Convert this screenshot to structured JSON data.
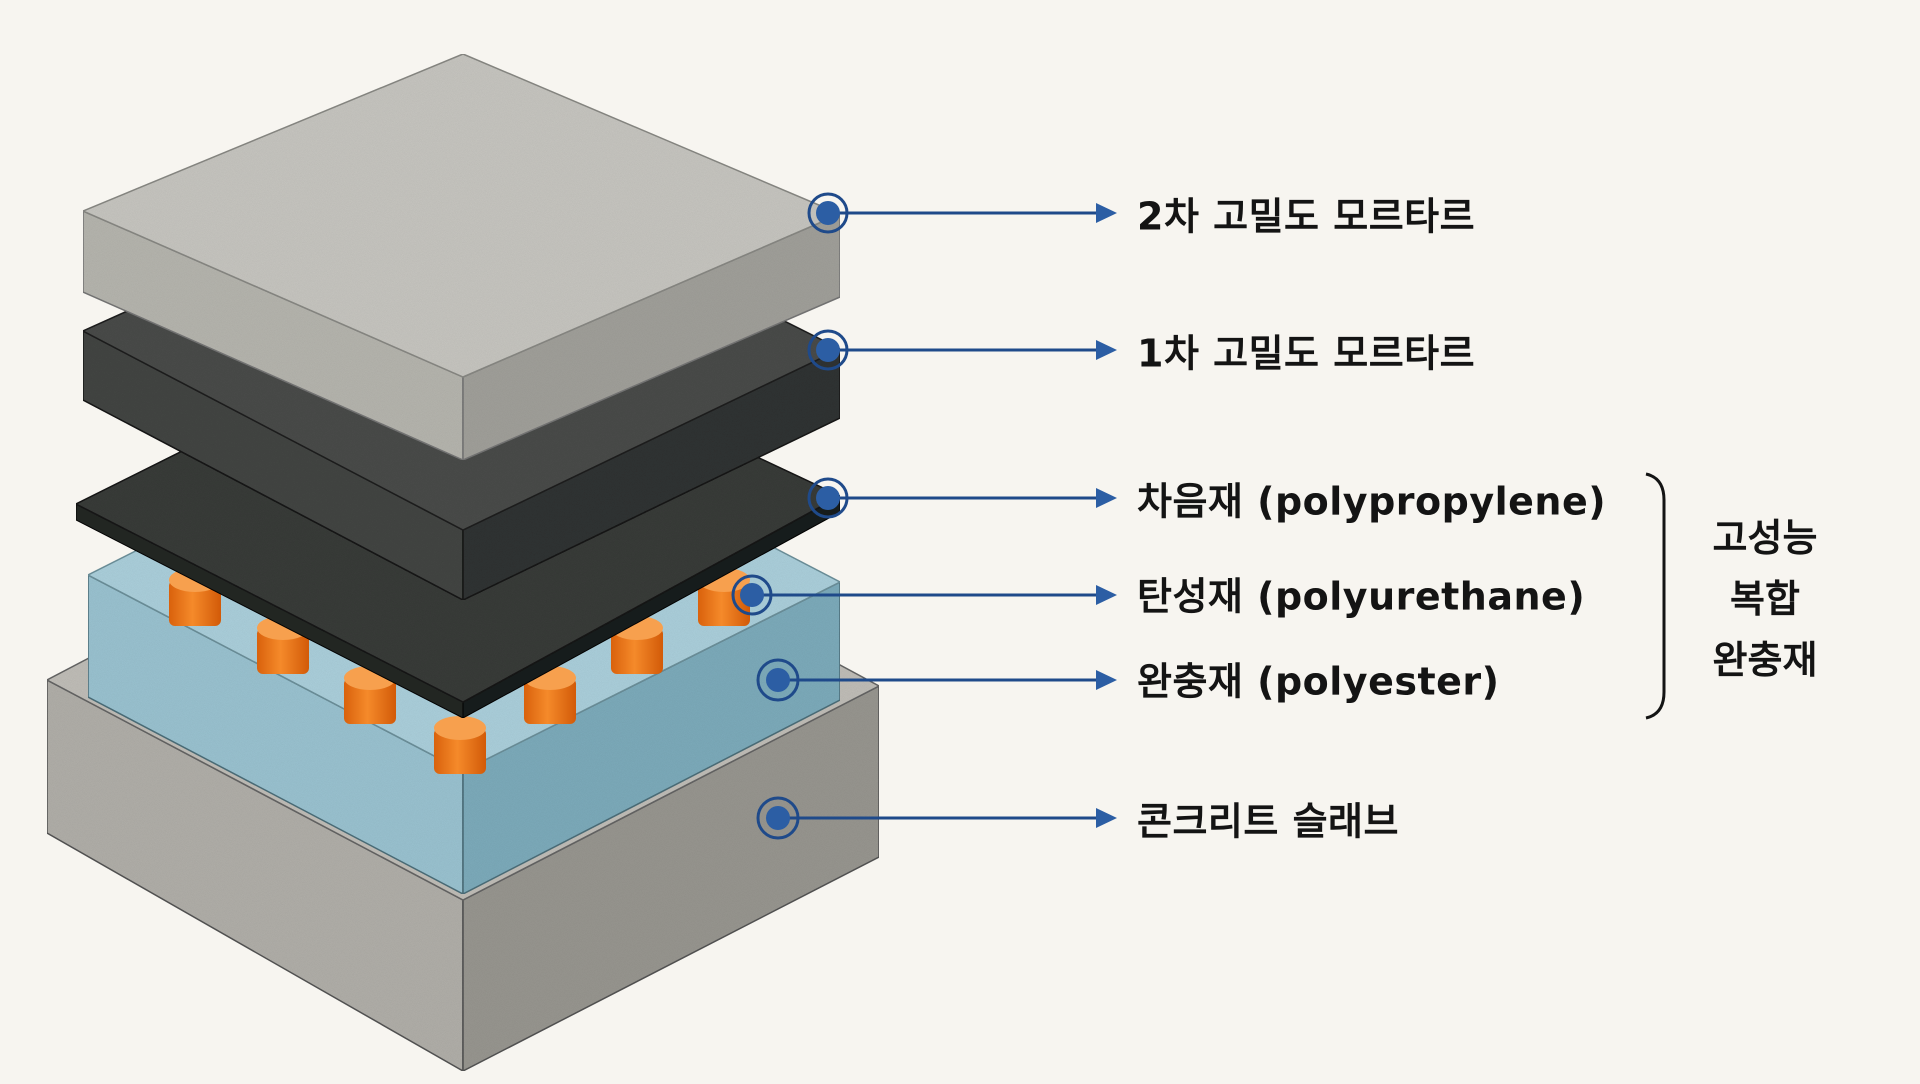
{
  "diagram": {
    "title": "",
    "colors": {
      "background": "#f7f5f0",
      "marker": "#2c5ea4",
      "marker_ring": "#1f4a8a",
      "leader_line": "#1f4a8a",
      "text": "#141414",
      "top_mortar": "#bdbcb6",
      "first_mortar": "#3a3c3a",
      "sound_insulation": "#2f3130",
      "cushion": "#9fc6d2",
      "elastic_pins": "#f07818",
      "concrete": "#a9a7a1"
    },
    "layers": [
      {
        "id": "secondary-mortar",
        "label": "2차 고밀도 모르타르"
      },
      {
        "id": "primary-mortar",
        "label": "1차 고밀도 모르타르"
      },
      {
        "id": "sound-insulation",
        "label": "차음재 (polypropylene)"
      },
      {
        "id": "elastic-material",
        "label": "탄성재 (polyurethane)"
      },
      {
        "id": "cushion-material",
        "label": "완충재 (polyester)"
      },
      {
        "id": "concrete-slab",
        "label": "콘크리트 슬래브"
      }
    ],
    "group": {
      "lines": [
        "고성능",
        "복합",
        "완충재"
      ],
      "covers": [
        "sound-insulation",
        "elastic-material",
        "cushion-material"
      ]
    }
  }
}
